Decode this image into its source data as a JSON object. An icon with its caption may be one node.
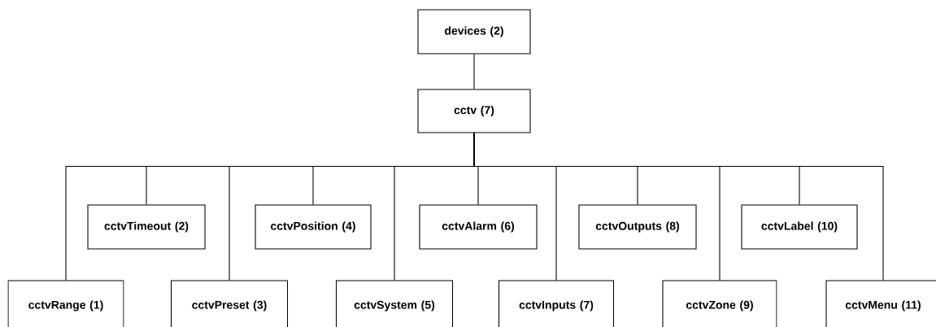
{
  "diagram": {
    "nodes": [
      {
        "text": [
          "devices (2)"
        ]
      },
      {
        "text": [
          "cctv (7)"
        ]
      },
      {
        "text": [
          "cctvRange (1)"
        ]
      },
      {
        "text": [
          "cctvTimeout (2)"
        ]
      },
      {
        "text": [
          "cctvPreset (3)"
        ]
      },
      {
        "text": [
          "cctvPosition (4)"
        ]
      },
      {
        "text": [
          "cctvSystem (5)"
        ]
      },
      {
        "text": [
          "cctvAlarm (6)"
        ]
      },
      {
        "text": [
          "cctvInputs (7)"
        ]
      },
      {
        "text": [
          "cctvOutputs (8)"
        ]
      },
      {
        "text": [
          "cctvZone (9)"
        ]
      },
      {
        "text": [
          "cctvLabel (10)"
        ]
      },
      {
        "text": [
          "cctvMenu (11)"
        ]
      }
    ],
    "edges": [
      {
        "from": 0,
        "to": 1,
        "arrow": "none"
      },
      {
        "from": 1,
        "to": 2,
        "arrow": "none"
      },
      {
        "from": 1,
        "to": 3,
        "arrow": "none"
      },
      {
        "from": 1,
        "to": 4,
        "arrow": "none"
      },
      {
        "from": 1,
        "to": 5,
        "arrow": "none"
      },
      {
        "from": 1,
        "to": 6,
        "arrow": "none"
      },
      {
        "from": 1,
        "to": 7,
        "arrow": "none"
      },
      {
        "from": 1,
        "to": 8,
        "arrow": "none"
      },
      {
        "from": 1,
        "to": 9,
        "arrow": "none"
      },
      {
        "from": 1,
        "to": 10,
        "arrow": "none"
      },
      {
        "from": 1,
        "to": 11,
        "arrow": "none"
      },
      {
        "from": 1,
        "to": 12,
        "arrow": "none"
      }
    ]
  }
}
